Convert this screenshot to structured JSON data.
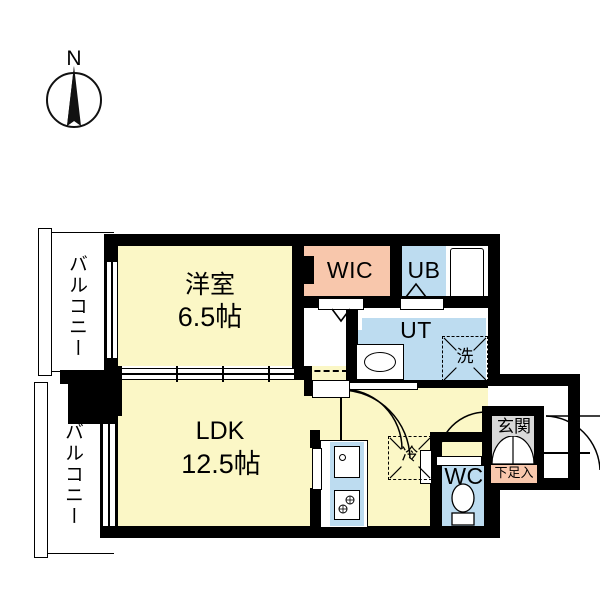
{
  "plan": {
    "type": "floor-plan",
    "orientation_marker": "N",
    "unit_layout": "1LDK",
    "colors": {
      "room_fill": "#FBF7C6",
      "closet_fill": "#F8C7AC",
      "water_fill": "#BDDCF0",
      "entry_fill": "#D9D9D9",
      "wall": "#000000",
      "background": "#FFFFFF"
    },
    "rooms": [
      {
        "id": "bedroom",
        "name": "洋室",
        "size": "6.5帖",
        "fill": "#FBF7C6"
      },
      {
        "id": "ldk",
        "name": "LDK",
        "size": "12.5帖",
        "fill": "#FBF7C6"
      },
      {
        "id": "wic",
        "name": "WIC",
        "size": "",
        "fill": "#F8C7AC"
      },
      {
        "id": "ub",
        "name": "UB",
        "size": "",
        "fill": "#BDDCF0"
      },
      {
        "id": "ut",
        "name": "UT",
        "size": "",
        "fill": "#BDDCF0"
      },
      {
        "id": "wc",
        "name": "WC",
        "size": "",
        "fill": "#BDDCF0"
      },
      {
        "id": "genkan",
        "name": "玄関",
        "size": "",
        "fill": "#D9D9D9"
      },
      {
        "id": "shoebox",
        "name": "下足入",
        "size": "",
        "fill": "#F8C7AC"
      },
      {
        "id": "washer",
        "name": "洗",
        "size": "",
        "fill": "#BDDCF0"
      },
      {
        "id": "fridge",
        "name": "冷",
        "size": "",
        "fill": "#FBF7C6"
      },
      {
        "id": "balcony_north",
        "name": "バルコニー",
        "size": "",
        "fill": "#FFFFFF"
      },
      {
        "id": "balcony_south",
        "name": "バルコニー",
        "size": "",
        "fill": "#FFFFFF"
      }
    ],
    "labels": {
      "compass_n": "N",
      "bedroom_name": "洋室",
      "bedroom_size": "6.5帖",
      "ldk_name": "LDK",
      "ldk_size": "12.5帖",
      "wic": "WIC",
      "ub": "UB",
      "ut": "UT",
      "wc": "WC",
      "washer": "洗",
      "fridge": "冷",
      "genkan": "玄関",
      "shoebox": "下足入",
      "balcony_north": "バルコニー",
      "balcony_south": "バルコニー"
    },
    "fixtures": [
      {
        "id": "kitchen-sink",
        "name": "sink"
      },
      {
        "id": "kitchen-stove",
        "name": "stove"
      },
      {
        "id": "toilet-bowl",
        "name": "toilet"
      },
      {
        "id": "washbasin",
        "name": "washbasin"
      },
      {
        "id": "bathtub",
        "name": "bathtub"
      },
      {
        "id": "entry-door",
        "name": "entrance-door"
      },
      {
        "id": "wic-door",
        "name": "wic-door"
      },
      {
        "id": "ut-door",
        "name": "ut-door"
      },
      {
        "id": "wc-door",
        "name": "wc-door"
      },
      {
        "id": "ub-door",
        "name": "ub-door"
      },
      {
        "id": "bedroom-partition",
        "name": "sliding-partition"
      },
      {
        "id": "bedroom-window",
        "name": "balcony-window"
      },
      {
        "id": "ldk-window",
        "name": "balcony-window"
      }
    ]
  }
}
